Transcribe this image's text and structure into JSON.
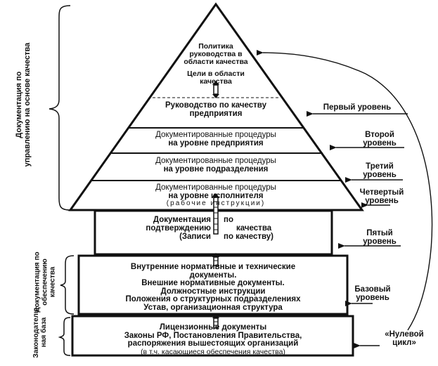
{
  "pyramid": {
    "policy": [
      "Политика",
      "руководства в",
      "области качества"
    ],
    "goals": [
      "Цели в области",
      "качества"
    ],
    "manual": [
      "Руководство по качеству",
      "предприятия"
    ],
    "proc_enterprise": [
      "Документированные процедуры",
      "на уровне предприятия"
    ],
    "proc_division": [
      "Документированные процедуры",
      "на уровне подразделения"
    ],
    "proc_executor": [
      "Документированные процедуры",
      "на уровне исполнителя"
    ],
    "work_instructions": "(рабочие инструкции)"
  },
  "records_box": {
    "left": [
      "Документация",
      "подтверждению",
      "(Записи"
    ],
    "right": [
      "по",
      "качества",
      "по качеству)"
    ]
  },
  "normative_box": [
    "Внутренние нормативные и технические",
    "документы.",
    "Внешние нормативные документы.",
    "Должностные инструкции",
    "Положения о структурных подразделениях",
    "Устав, организационная  структура"
  ],
  "legislative_box": [
    "Лицензионные документы",
    "Законы РФ, Постановления Правительства,",
    "распоряжения вышестоящих организаций",
    "(в т.ч. касающиеся обеспечения  качества)"
  ],
  "levels": {
    "first": "Первый уровень",
    "second": [
      "Второй",
      "уровень"
    ],
    "third": [
      "Третий",
      "уровень"
    ],
    "fourth": [
      "Четвертый",
      "уровень"
    ],
    "fifth": [
      "Пятый",
      "уровень"
    ],
    "base": [
      "Базовый",
      "уровень"
    ],
    "zero": [
      "«Нулевой",
      "цикл»"
    ]
  },
  "side_labels": {
    "management": [
      "Документация по",
      "управлению на основе  качества"
    ],
    "support": [
      "Документация по",
      "обеспечению",
      "качества"
    ],
    "legal": [
      "Законодатель-",
      "ная база"
    ]
  }
}
